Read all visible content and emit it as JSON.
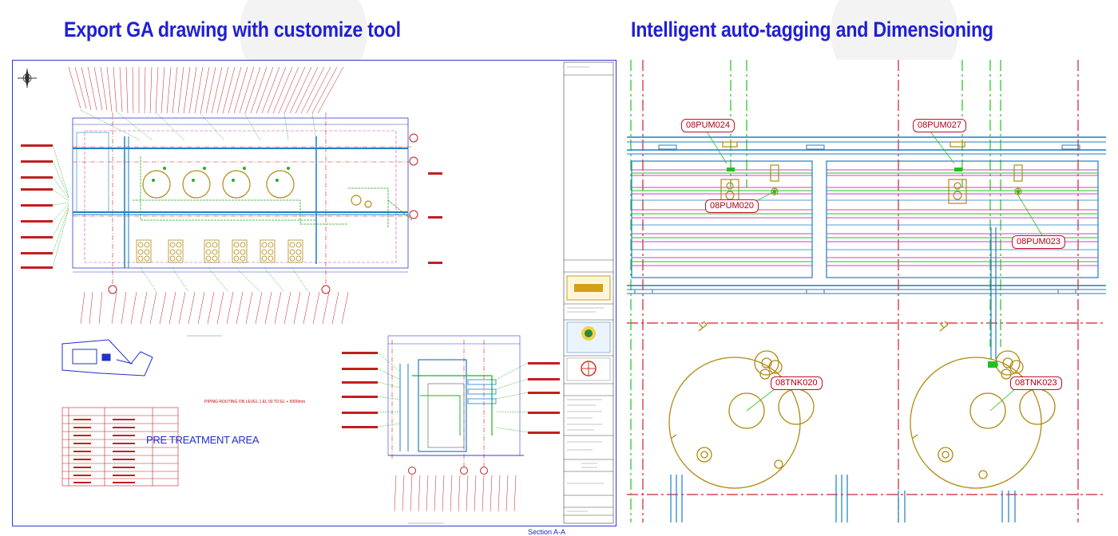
{
  "titles": {
    "left": "Export GA drawing with customize tool",
    "right": "Intelligent auto-tagging and Dimensioning"
  },
  "left_drawing": {
    "area_label": "PRE TREATMENT AREA",
    "section_label": "Section A-A",
    "routing_note": "PIPING ROUTING ON LEVEL 1 EL 00 TO EL + 5000mm"
  },
  "right_drawing": {
    "tags": [
      "08PUM024",
      "08PUM027",
      "08PUM020",
      "08PUM023",
      "08TNK020",
      "08TNK023"
    ]
  },
  "colors": {
    "title_blue": "#1f1fd6",
    "tag_red": "#c0102a",
    "equipment_gold": "#b08a10",
    "pipe_blue": "#1c7ec6",
    "centerline_red": "#d0202a",
    "centerline_green": "#22c022",
    "magenta": "#d040c0"
  }
}
